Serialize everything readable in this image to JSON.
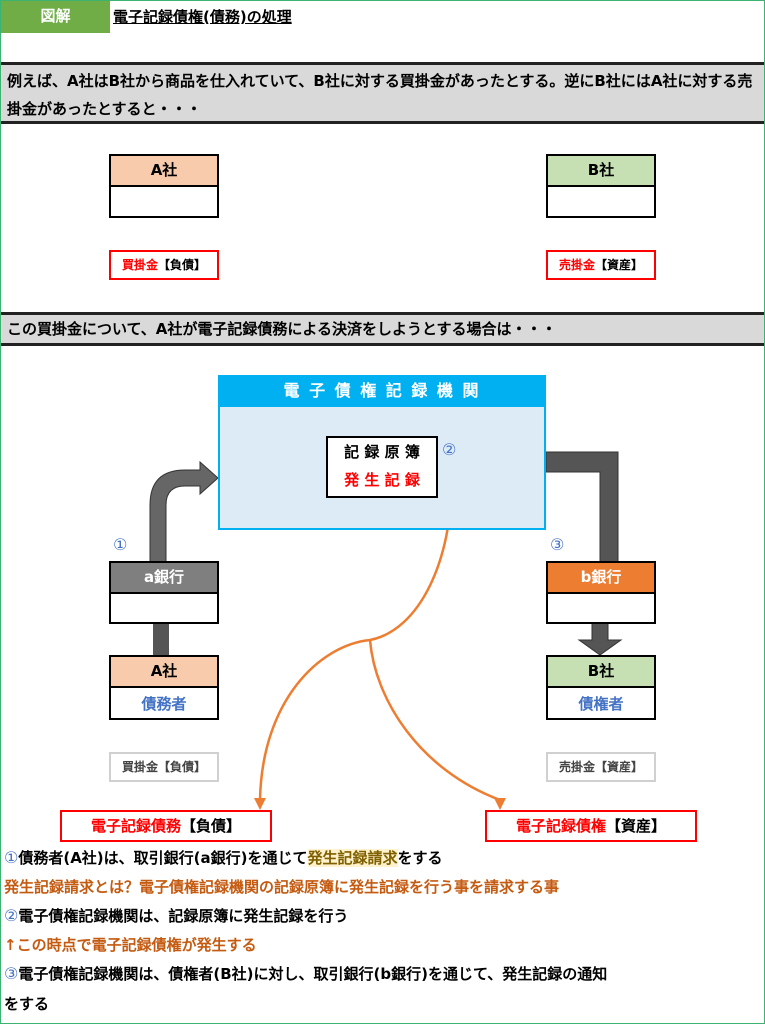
{
  "header": {
    "tag": "図解",
    "title": "電子記録債権(債務)の処理"
  },
  "intro": "例えば、A社はB社から商品を仕入れていて、B社に対する買掛金があったとする。逆にB社にはA社に対する売掛金があったとすると・・・",
  "top": {
    "a_company": "A社",
    "b_company": "B社",
    "a_label_main": "買掛金",
    "a_label_sub": "【負債】",
    "b_label_main": "売掛金",
    "b_label_sub": "【資産】"
  },
  "band2": "この買掛金について、A社が電子記録債務による決済をしようとする場合は・・・",
  "diagram": {
    "institution": "電 子 債 権 記 録 機 関",
    "ledger": "記 録 原 簿",
    "record": "発 生 記 録",
    "step1": "①",
    "step2": "②",
    "step3": "③",
    "a_bank": "a銀行",
    "b_bank": "b銀行",
    "a_company": "A社",
    "a_role": "債務者",
    "b_company": "B社",
    "b_role": "債権者",
    "a_old": "買掛金【負債】",
    "b_old": "売掛金【資産】",
    "debt_main": "電子記録債務",
    "debt_sub": "【負債】",
    "claim_main": "電子記録債権",
    "claim_sub": "【資産】"
  },
  "notes": {
    "l1_num": "①",
    "l1_a": "債務者(A社)は、取引銀行(a銀行)を通じて",
    "l1_hl": "発生記録請求",
    "l1_b": "をする",
    "l2": "発生記録請求とは？電子債権記録機関の記録原簿に発生記録を行う事を請求する事",
    "l3_num": "②",
    "l3": "電子債権記録機関は、記録原簿に発生記録を行う",
    "l4": "↑この時点で電子記録債権が発生する",
    "l5_num": "③",
    "l5": "電子債権記録機関は、債権者(B社)に対し、取引銀行(b銀行)を通じて、発生記録の通知",
    "l6": "をする"
  },
  "colors": {
    "green": "#70ad47",
    "blue": "#00b0f0",
    "orange": "#ed7d31",
    "peach": "#f8cbad",
    "lightgreen": "#c6e0b4"
  }
}
